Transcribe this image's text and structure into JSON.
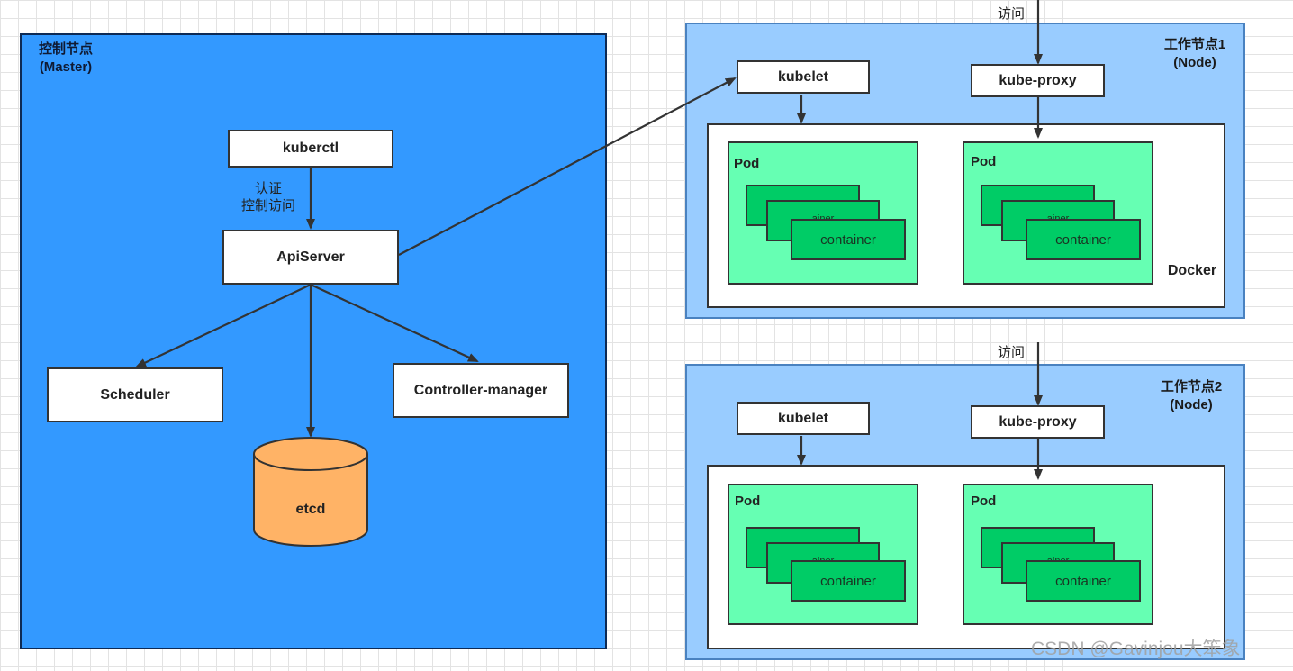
{
  "master": {
    "label_line1": "控制节点",
    "label_line2": "(Master)"
  },
  "components": {
    "kuberctl": "kuberctl",
    "auth_line1": "认证",
    "auth_line2": "控制访问",
    "apiserver": "ApiServer",
    "scheduler": "Scheduler",
    "controller_manager": "Controller-manager",
    "etcd": "etcd"
  },
  "nodes": [
    {
      "label_line1": "工作节点1",
      "label_line2": "(Node)",
      "access": "访问",
      "kubelet": "kubelet",
      "kube_proxy": "kube-proxy",
      "docker": "Docker",
      "pods": [
        {
          "label": "Pod",
          "container": "container"
        },
        {
          "label": "Pod",
          "container": "container"
        }
      ]
    },
    {
      "label_line1": "工作节点2",
      "label_line2": "(Node)",
      "access": "访问",
      "kubelet": "kubelet",
      "kube_proxy": "kube-proxy",
      "pods": [
        {
          "label": "Pod",
          "container": "container"
        },
        {
          "label": "Pod",
          "container": "container"
        }
      ]
    }
  ],
  "ghost_text": "ainer",
  "watermark": "CSDN @Gavinjou大笨象",
  "colors": {
    "master_fill": "#3399ff",
    "node_fill": "#99ccff",
    "pod_fill": "#66ffb3",
    "container_fill": "#00cc66",
    "etcd_fill": "#ffb366",
    "arrow": "#333333"
  }
}
